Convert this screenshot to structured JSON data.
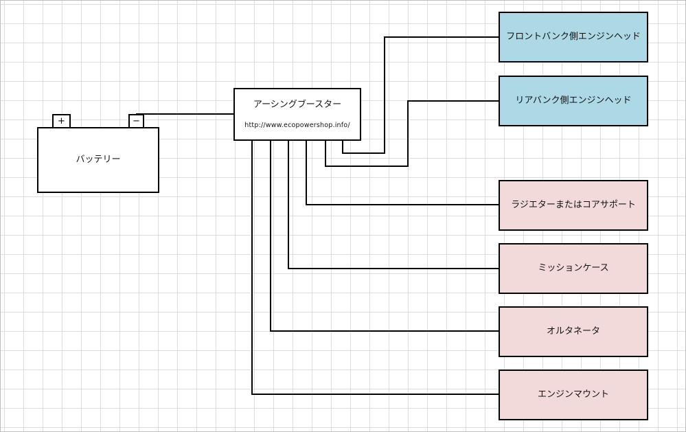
{
  "colors": {
    "engine_head_fill": "#add8e6",
    "body_ground_fill": "#f2dada",
    "line": "#000000"
  },
  "battery": {
    "label": "バッテリー",
    "terminal_plus": "+",
    "terminal_minus": "−"
  },
  "booster": {
    "label": "アーシングブースター",
    "url": "http://www.ecopowershop.info/"
  },
  "targets": [
    {
      "label": "フロントバンク側エンジンヘッド",
      "group": "engine_head"
    },
    {
      "label": "リアバンク側エンジンヘッド",
      "group": "engine_head"
    },
    {
      "label": "ラジエターまたはコアサポート",
      "group": "body_ground"
    },
    {
      "label": "ミッションケース",
      "group": "body_ground"
    },
    {
      "label": "オルタネータ",
      "group": "body_ground"
    },
    {
      "label": "エンジンマウント",
      "group": "body_ground"
    }
  ]
}
